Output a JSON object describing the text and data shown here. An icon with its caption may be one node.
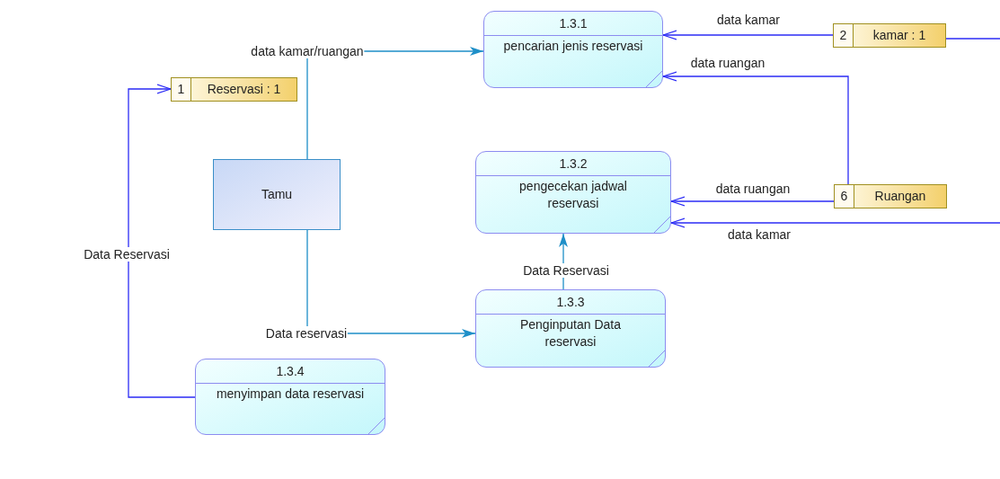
{
  "diagram": {
    "nodes": [
      {
        "text": [
          "1.3.1",
          "pencarian jenis reservasi"
        ]
      },
      {
        "text": [
          "1",
          "Reservasi : 1"
        ]
      },
      {
        "text": [
          "Tamu"
        ]
      },
      {
        "text": [
          "1.3.2",
          "pengecekan jadwal reservasi"
        ]
      },
      {
        "text": [
          "2",
          "kamar : 1"
        ]
      },
      {
        "text": [
          "6",
          "Ruangan"
        ]
      },
      {
        "text": [
          "1.3.3",
          "Penginputan Data reservasi"
        ]
      },
      {
        "text": [
          "1.3.4",
          "menyimpan data reservasi"
        ]
      }
    ],
    "edges": [
      {
        "from": 2,
        "to": 0,
        "arrow": "to",
        "label": "data kamar/ruangan",
        "color": "#1e8fc8"
      },
      {
        "from": 4,
        "to": 0,
        "arrow": "to",
        "label": "data kamar"
      },
      {
        "from": 5,
        "to": 0,
        "arrow": "to",
        "label": "data ruangan"
      },
      {
        "from": 5,
        "to": 3,
        "arrow": "to",
        "label": "data ruangan"
      },
      {
        "from": null,
        "to": 3,
        "arrow": "to",
        "label": "data kamar"
      },
      {
        "from": 4,
        "to": null,
        "arrow": "none"
      },
      {
        "from": 6,
        "to": 3,
        "arrow": "to",
        "label": "Data Reservasi",
        "color": "#1e8fc8"
      },
      {
        "from": 2,
        "to": 6,
        "arrow": "to",
        "label": "Data reservasi",
        "color": "#1e8fc8"
      },
      {
        "from": 7,
        "to": 1,
        "arrow": "to",
        "label": "Data Reservasi"
      }
    ]
  }
}
